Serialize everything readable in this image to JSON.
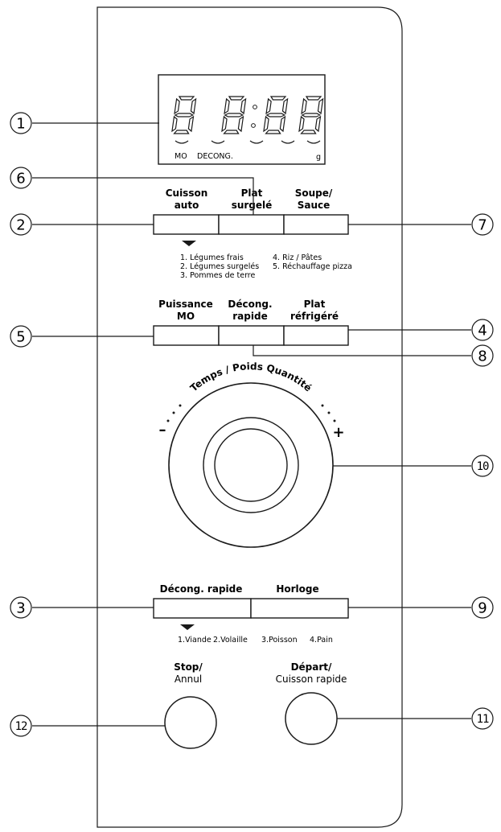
{
  "display": {
    "indicators": {
      "mo": "MO",
      "decong": "DECONG.",
      "g": "g"
    }
  },
  "buttons": {
    "cuisson_auto": [
      "Cuisson",
      "auto"
    ],
    "plat_surgele": [
      "Plat",
      "surgelé"
    ],
    "soupe_sauce": [
      "Soupe/",
      "Sauce"
    ],
    "puissance_mo": [
      "Puissance",
      "MO"
    ],
    "decong_rapide_top": [
      "Décong.",
      "rapide"
    ],
    "plat_refrigere": [
      "Plat",
      "réfrigéré"
    ],
    "decong_rapide_bottom": "Décong. rapide",
    "horloge": "Horloge",
    "stop": [
      "Stop/",
      "Annul"
    ],
    "depart": [
      "Départ/",
      "Cuisson rapide"
    ]
  },
  "auto_menu": {
    "left": [
      "1. Légumes frais",
      "2. Légumes surgelés",
      "3. Pommes de terre"
    ],
    "right": [
      "4. Riz / Pâtes",
      "5. Réchauffage pizza"
    ]
  },
  "defrost_menu": [
    "1.Viande",
    "2.Volaille",
    "3.Poisson",
    "4.Pain"
  ],
  "dial": {
    "label": "Temps / Poids Quantité",
    "minus": "–",
    "plus": "+"
  },
  "callouts": [
    "1",
    "2",
    "3",
    "4",
    "5",
    "6",
    "7",
    "8",
    "9",
    "10",
    "11",
    "12"
  ]
}
